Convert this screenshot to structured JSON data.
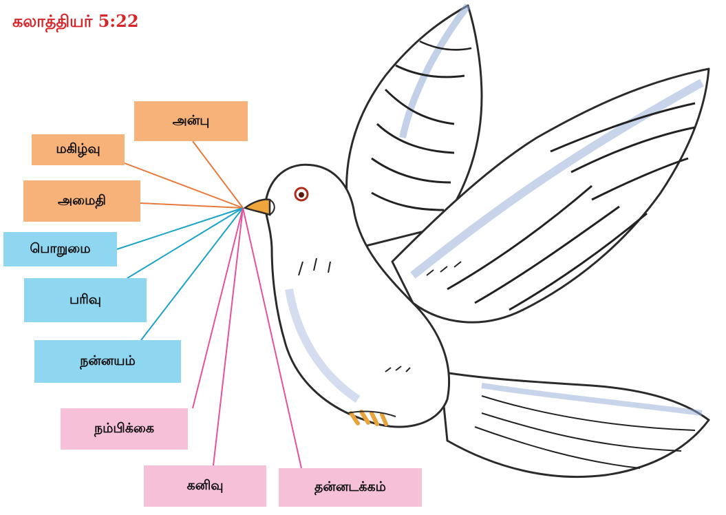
{
  "title": "கலாத்தியர் 5:22",
  "colors": {
    "orange": "#f7b27a",
    "blue": "#8fd6f1",
    "pink": "#f6c0d9",
    "orange_line": "#e7793b",
    "blue_line": "#1aa3c8",
    "pink_line": "#e5509b",
    "title": "#d8252a"
  },
  "fruits": [
    {
      "label": "அன்பு",
      "group": "orange"
    },
    {
      "label": "மகிழ்வு",
      "group": "orange"
    },
    {
      "label": "அமைதி",
      "group": "orange"
    },
    {
      "label": "பொறுமை",
      "group": "blue"
    },
    {
      "label": "பரிவு",
      "group": "blue"
    },
    {
      "label": "நன்னயம்",
      "group": "blue"
    },
    {
      "label": "நம்பிக்கை",
      "group": "pink"
    },
    {
      "label": "கனிவு",
      "group": "pink"
    },
    {
      "label": "தன்னடக்கம்",
      "group": "pink"
    }
  ]
}
